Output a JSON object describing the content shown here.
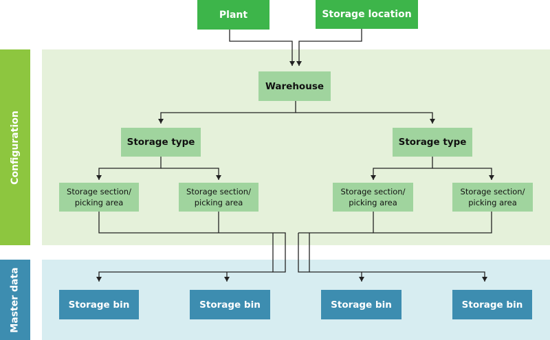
{
  "colors": {
    "top_box": "#3db54a",
    "config_band": "#e5f1da",
    "config_sidebar": "#8dc63f",
    "config_box": "#a0d49e",
    "master_band": "#d7edf1",
    "master_sidebar": "#3d8db0",
    "bin_box": "#3d8db0",
    "connector": "#222222"
  },
  "sidebar": {
    "configuration": "Configuration",
    "master_data": "Master data"
  },
  "top": {
    "plant": "Plant",
    "storage_location": "Storage location"
  },
  "configuration": {
    "warehouse": "Warehouse",
    "storage_types": [
      "Storage type",
      "Storage type"
    ],
    "sections": [
      "Storage section/ picking area",
      "Storage section/ picking area",
      "Storage section/ picking area",
      "Storage section/ picking area"
    ]
  },
  "master_data": {
    "bins": [
      "Storage bin",
      "Storage bin",
      "Storage bin",
      "Storage bin"
    ]
  }
}
